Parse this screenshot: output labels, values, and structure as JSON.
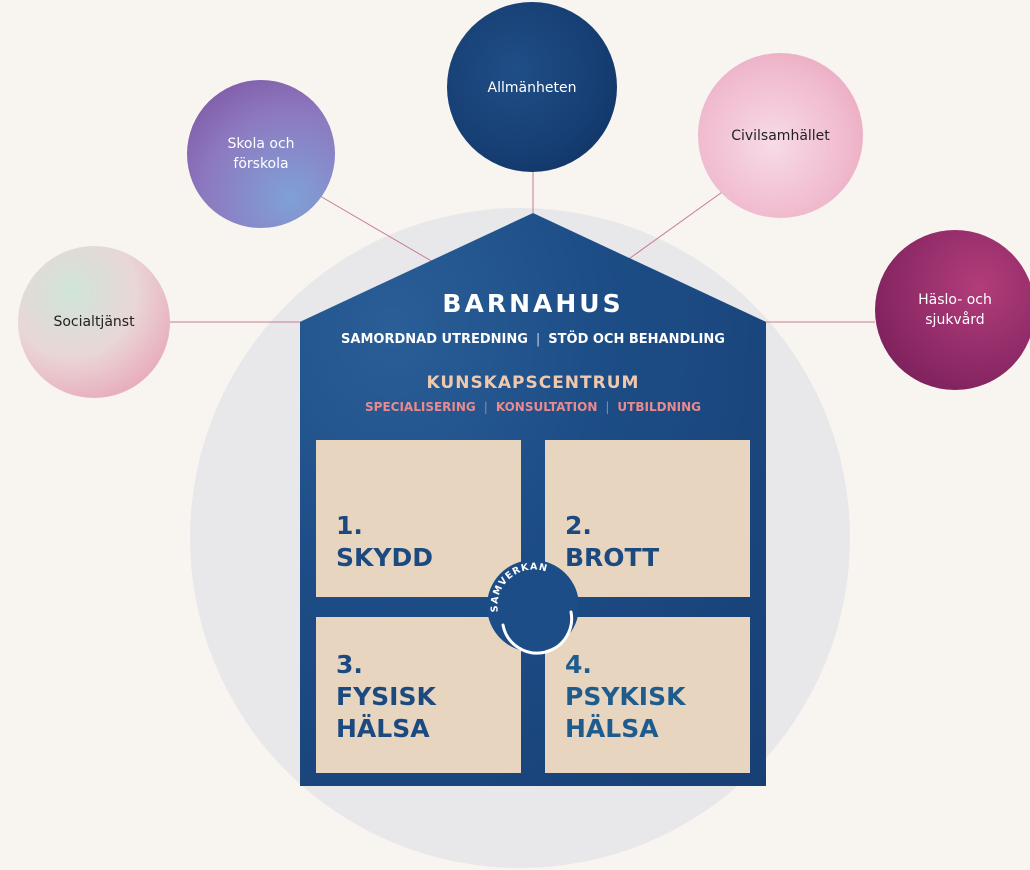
{
  "stakeholders": {
    "social": "Socialtjänst",
    "skola_line1": "Skola och",
    "skola_line2": "förskola",
    "allmanheten": "Allmänheten",
    "civil": "Civilsamhället",
    "halso_line1": "Häslo- och",
    "halso_line2": "sjukvård"
  },
  "house": {
    "title": "BARNAHUS",
    "row1": [
      "SAMORDNAD UTREDNING",
      "STÖD OCH BEHANDLING"
    ],
    "subtitle": "KUNSKAPSCENTRUM",
    "row2": [
      "SPECIALISERING",
      "KONSULTATION",
      "UTBILDNING"
    ],
    "separator": "|"
  },
  "quadrants": [
    {
      "number": "1.",
      "line1": "SKYDD",
      "line2": ""
    },
    {
      "number": "2.",
      "line1": "BROTT",
      "line2": ""
    },
    {
      "number": "3.",
      "line1": "FYSISK",
      "line2": "HÄLSA"
    },
    {
      "number": "4.",
      "line1": "PSYKISK",
      "line2": "HÄLSA"
    }
  ],
  "center_badge": "SAMVERKAN",
  "colors": {
    "house_blue": "#1d4d86",
    "quad_beige": "#e8d5c0",
    "quad_text": "#1c4a80",
    "accent_pink": "#e98a8e",
    "accent_peach": "#f0c9ad",
    "connector": "#c77a98"
  }
}
